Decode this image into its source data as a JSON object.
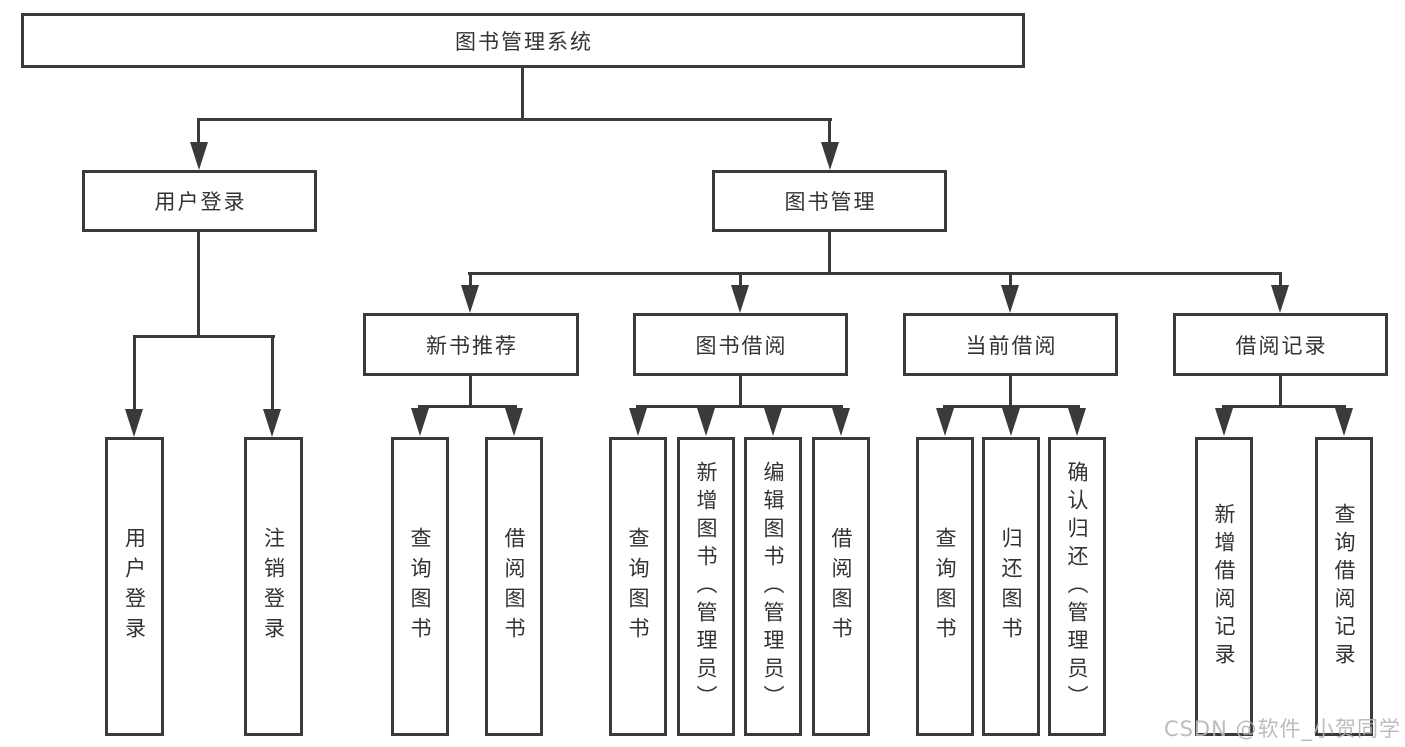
{
  "diagram": {
    "root": {
      "label": "图书管理系统"
    },
    "level2": [
      {
        "label": "用户登录"
      },
      {
        "label": "图书管理"
      }
    ],
    "level3": [
      {
        "label": "新书推荐"
      },
      {
        "label": "图书借阅"
      },
      {
        "label": "当前借阅"
      },
      {
        "label": "借阅记录"
      }
    ],
    "leaves": {
      "login": [
        "用户登录",
        "注销登录"
      ],
      "recommend": [
        "查询图书",
        "借阅图书"
      ],
      "borrow": [
        "查询图书",
        "新增图书（管理员）",
        "编辑图书（管理员）",
        "借阅图书"
      ],
      "current": [
        "查询图书",
        "归还图书",
        "确认归还（管理员）"
      ],
      "records": [
        "新增借阅记录",
        "查询借阅记录"
      ]
    },
    "colors": {
      "line": "#3a3a3a",
      "text": "#333333",
      "background": "#ffffff",
      "watermark": "#b6b6b6"
    },
    "watermark": "CSDN @软件_小贺同学"
  }
}
